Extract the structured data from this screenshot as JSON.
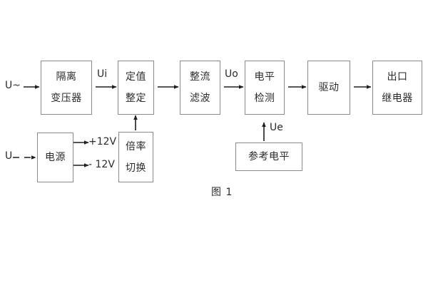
{
  "figure": {
    "caption": "图 1",
    "background_color": "#ffffff",
    "box_border_color": "#8a8a8a",
    "text_color": "#2b2b2b"
  },
  "blocks": [
    {
      "id": "isolation-transformer",
      "lines": [
        "隔离",
        "变压器"
      ]
    },
    {
      "id": "setting-value",
      "lines": [
        "定值",
        "整定"
      ]
    },
    {
      "id": "rectify-filter",
      "lines": [
        "整流",
        "滤波"
      ]
    },
    {
      "id": "level-detection",
      "lines": [
        "电平",
        "检测"
      ]
    },
    {
      "id": "drive",
      "lines": [
        "驱动"
      ]
    },
    {
      "id": "output-relay",
      "lines": [
        "出口",
        "继电器"
      ]
    },
    {
      "id": "power-supply",
      "lines": [
        "电源"
      ]
    },
    {
      "id": "multiplier-switch",
      "lines": [
        "倍率",
        "切换"
      ]
    },
    {
      "id": "reference-level",
      "lines": [
        "参考电平"
      ]
    }
  ],
  "signals": {
    "input_ac": "U~",
    "input_dc": "U",
    "ui": "Ui",
    "uo": "Uo",
    "ue": "Ue",
    "rail_positive": "+12V",
    "rail_negative": "- 12V"
  }
}
